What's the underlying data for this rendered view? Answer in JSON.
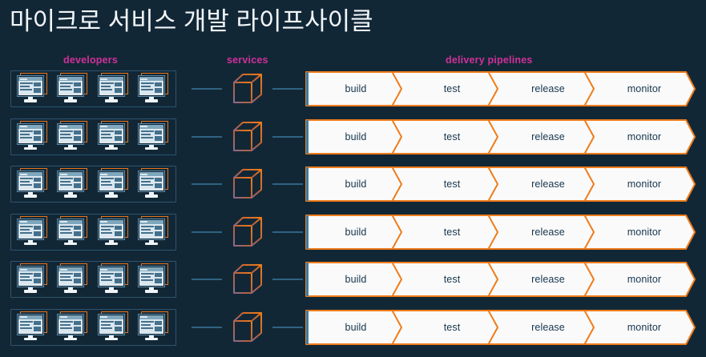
{
  "title": "마이크로 서비스 개발 라이프사이클",
  "colors": {
    "background": "#122736",
    "header_label": "#d1309a",
    "accent_orange": "#e8741a",
    "connector_blue": "#2f6382",
    "group_border": "#2d546e",
    "pipeline_fill": "#fafafa",
    "pipeline_text": "#15354d",
    "title_text": "#f2f6f9"
  },
  "columns": {
    "developers_label": "developers",
    "services_label": "services",
    "pipelines_label": "delivery pipelines"
  },
  "pipeline_stages": [
    "build",
    "test",
    "release",
    "monitor"
  ],
  "row_count": 6,
  "developers_per_row": 4,
  "rows": [
    {
      "developers": [
        "developer",
        "developer",
        "developer",
        "developer"
      ],
      "service": "service-cube",
      "stages": [
        "build",
        "test",
        "release",
        "monitor"
      ]
    },
    {
      "developers": [
        "developer",
        "developer",
        "developer",
        "developer"
      ],
      "service": "service-cube",
      "stages": [
        "build",
        "test",
        "release",
        "monitor"
      ]
    },
    {
      "developers": [
        "developer",
        "developer",
        "developer",
        "developer"
      ],
      "service": "service-cube",
      "stages": [
        "build",
        "test",
        "release",
        "monitor"
      ]
    },
    {
      "developers": [
        "developer",
        "developer",
        "developer",
        "developer"
      ],
      "service": "service-cube",
      "stages": [
        "build",
        "test",
        "release",
        "monitor"
      ]
    },
    {
      "developers": [
        "developer",
        "developer",
        "developer",
        "developer"
      ],
      "service": "service-cube",
      "stages": [
        "build",
        "test",
        "release",
        "monitor"
      ]
    },
    {
      "developers": [
        "developer",
        "developer",
        "developer",
        "developer"
      ],
      "service": "service-cube",
      "stages": [
        "build",
        "test",
        "release",
        "monitor"
      ]
    }
  ],
  "icons": {
    "developer": "monitor-icon",
    "service": "cube-icon",
    "connector": "line-connector-icon",
    "stage": "chevron-arrow-icon"
  }
}
